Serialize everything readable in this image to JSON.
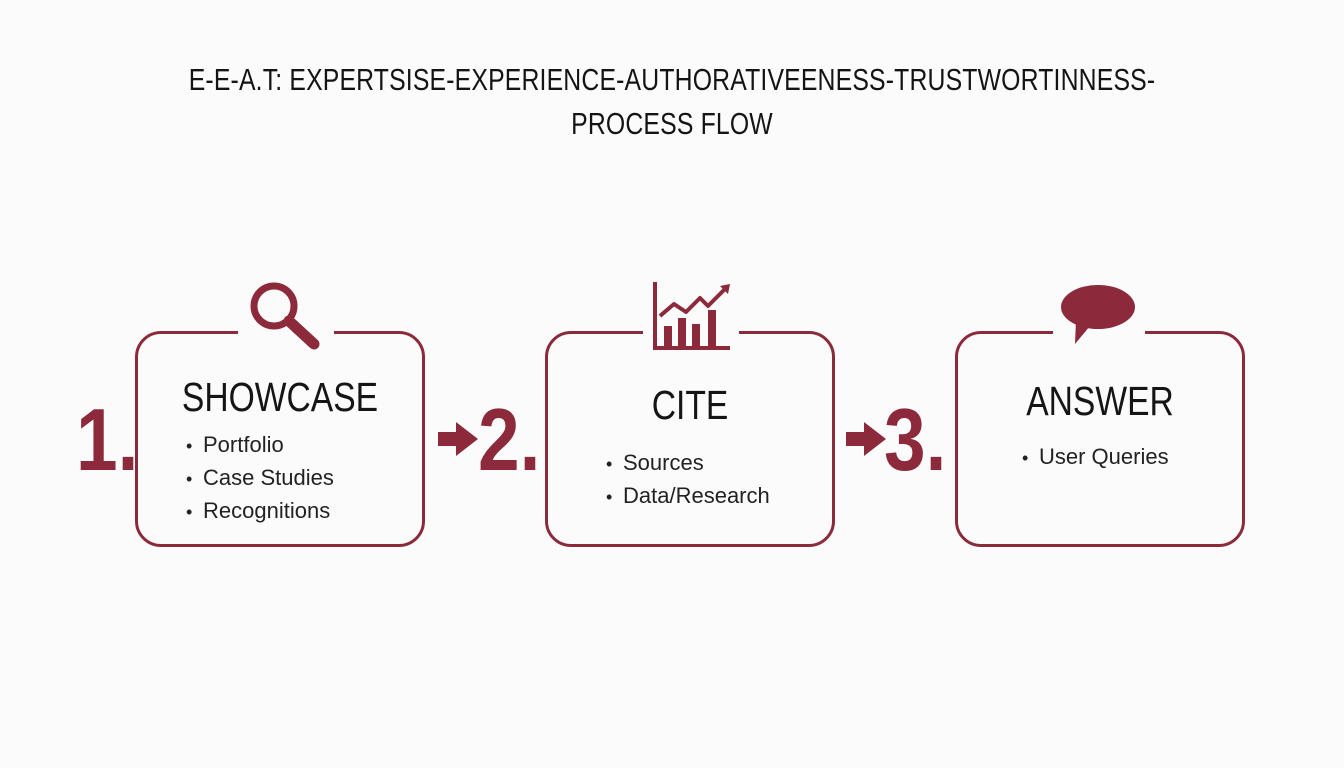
{
  "title": {
    "line1": "E-E-A.T: EXPERTSISE-EXPERIENCE-AUTHORATIVEENESS-TRUSTWORTINNESS-",
    "line2": "PROCESS FLOW"
  },
  "colors": {
    "accent": "#8c2a3b",
    "text": "#151515",
    "background": "#fbfbfb"
  },
  "steps": [
    {
      "number": "1.",
      "title": "SHOWCASE",
      "icon": "magnifier-icon",
      "bullets": [
        "Portfolio",
        "Case Studies",
        "Recognitions"
      ]
    },
    {
      "number": "2.",
      "title": "CITE",
      "icon": "bar-chart-icon",
      "bullets": [
        "Sources",
        "Data/Research"
      ]
    },
    {
      "number": "3.",
      "title": "ANSWER",
      "icon": "speech-bubble-icon",
      "bullets": [
        "User Queries"
      ]
    }
  ],
  "connectors": [
    "arrow-right-icon",
    "arrow-right-icon"
  ]
}
